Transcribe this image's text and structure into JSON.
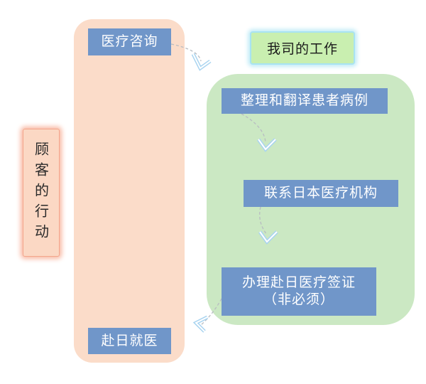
{
  "customer": {
    "label": "顾客的行动",
    "steps": [
      "医疗咨询",
      "赴日就医"
    ]
  },
  "company": {
    "title": "我司的工作",
    "steps": [
      "整理和翻译患者病例",
      "联系日本医疗机构",
      "办理赴日医疗签证",
      "（非必须）"
    ]
  },
  "colors": {
    "customer_panel": "#fbdcc9",
    "company_panel": "#cbe8c3",
    "step_box": "#7096c9",
    "title_box": "#c9efb0"
  }
}
